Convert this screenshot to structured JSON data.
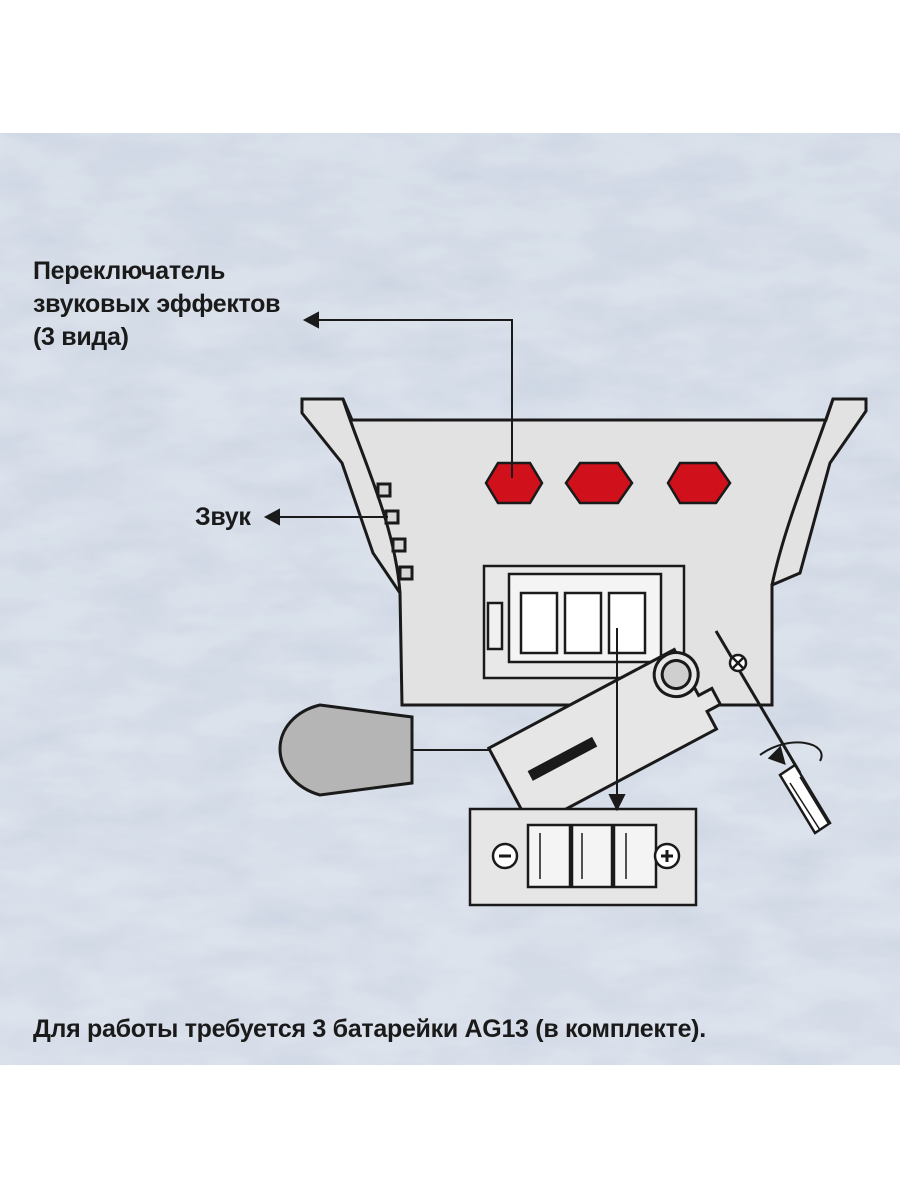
{
  "labels": {
    "switch_line1": "Переключатель",
    "switch_line2": "звуковых эффектов",
    "switch_line3": "(3 вида)",
    "sound": "Звук"
  },
  "footer": {
    "note": "Для работы требуется 3 батарейки AG13 (в комплекте)."
  },
  "battery_tray": {
    "minus_symbol": "−",
    "plus_symbol": "+",
    "battery_count": 3
  },
  "colors": {
    "background": "#c9d3e0",
    "device_body": "#e2e2e2",
    "outline": "#1a1a1a",
    "button_red": "#d0101a"
  },
  "icons": [
    "hexagon-button-icon",
    "screwdriver-icon",
    "screw-icon",
    "speaker-icon",
    "battery-icon",
    "arrow-icon"
  ]
}
